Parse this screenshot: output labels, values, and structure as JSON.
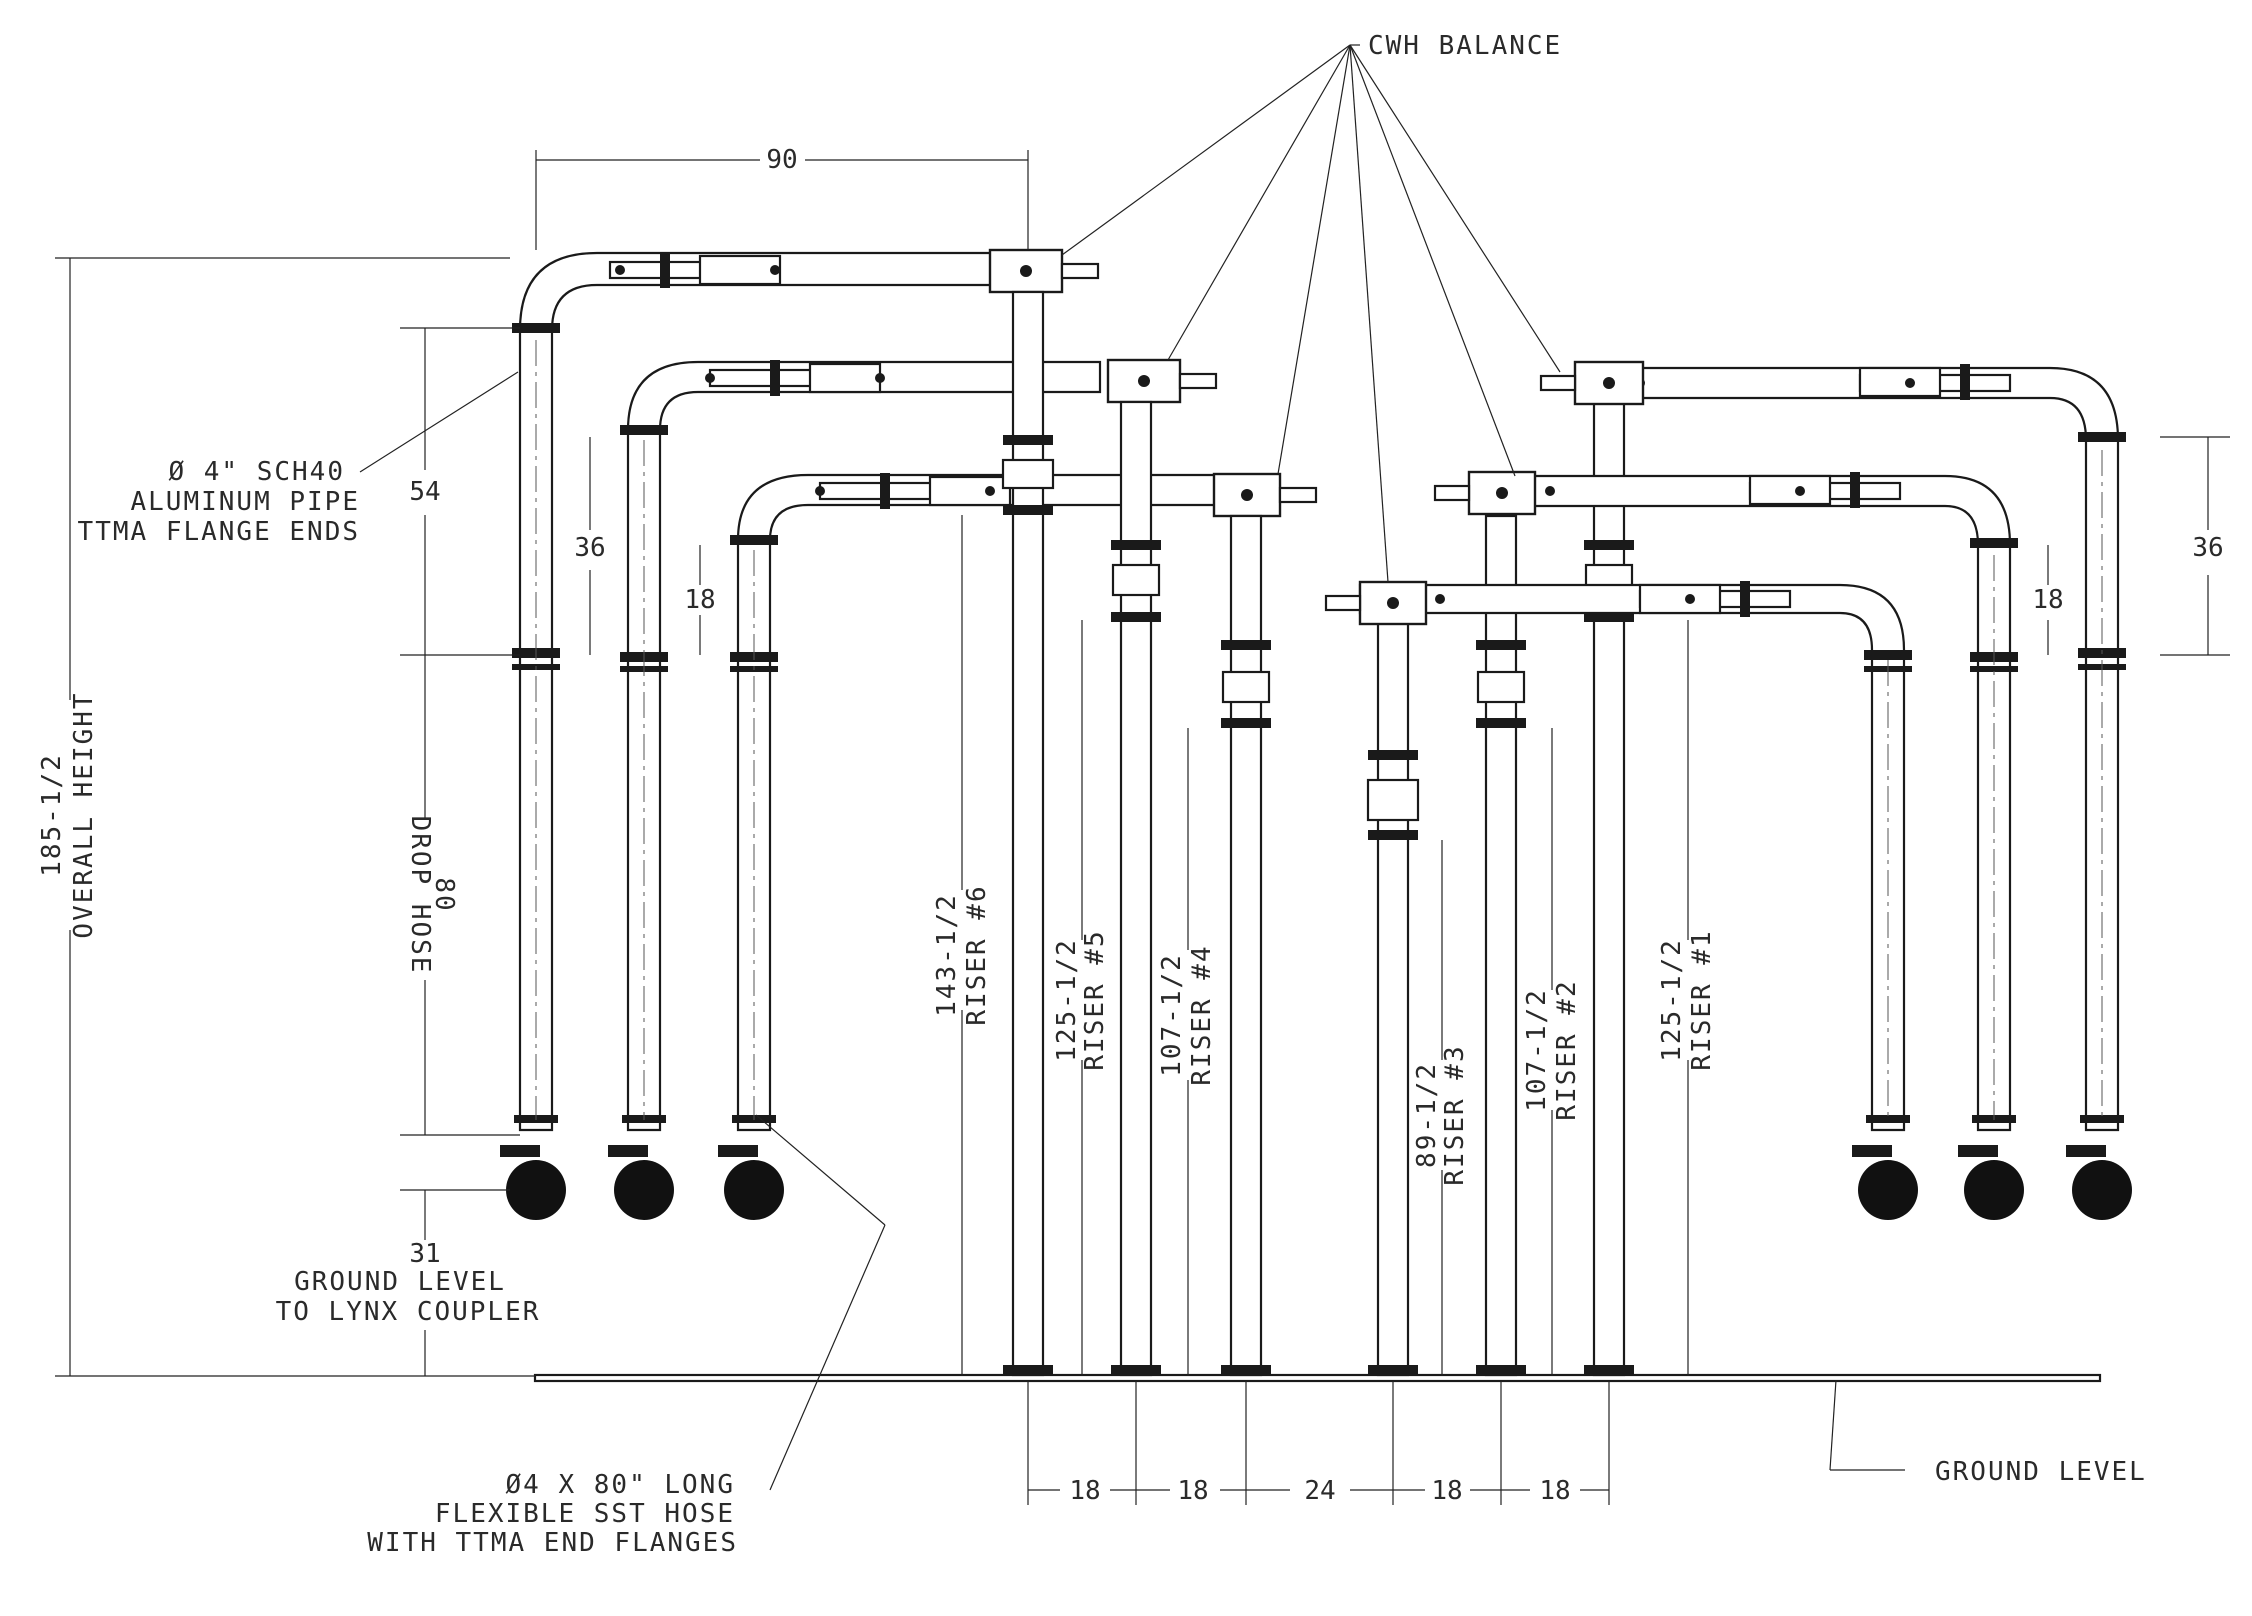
{
  "labels": {
    "cwh_balance": "CWH BALANCE",
    "pipe_line1": "Ø 4\" SCH40",
    "pipe_line2": "ALUMINUM PIPE",
    "pipe_line3": "TTMA FLANGE ENDS",
    "overall_height_value": "185-1/2",
    "overall_height_label": "OVERALL HEIGHT",
    "drop_hose_label": "DROP HOSE",
    "drop_hose_value": "80",
    "ground_to_lynx_value": "31",
    "ground_to_lynx_line1": "GROUND LEVEL",
    "ground_to_lynx_line2": "TO LYNX COUPLER",
    "hose_line1": "Ø4 X 80\" LONG",
    "hose_line2": "FLEXIBLE SST HOSE",
    "hose_line3": "WITH TTMA END FLANGES",
    "ground_level": "GROUND LEVEL"
  },
  "top_dims": {
    "width_90": "90",
    "left_54": "54",
    "left_36": "36",
    "left_18": "18",
    "right_36": "36",
    "right_18": "18"
  },
  "risers": [
    {
      "height": "143-1/2",
      "name": "RISER #6"
    },
    {
      "height": "125-1/2",
      "name": "RISER #5"
    },
    {
      "height": "107-1/2",
      "name": "RISER #4"
    },
    {
      "height": "89-1/2",
      "name": "RISER #3"
    },
    {
      "height": "107-1/2",
      "name": "RISER #2"
    },
    {
      "height": "125-1/2",
      "name": "RISER #1"
    }
  ],
  "bottom_spacing": [
    "18",
    "18",
    "24",
    "18",
    "18"
  ],
  "colors": {
    "line": "#1a1a1a",
    "text": "#2a2a2a"
  }
}
